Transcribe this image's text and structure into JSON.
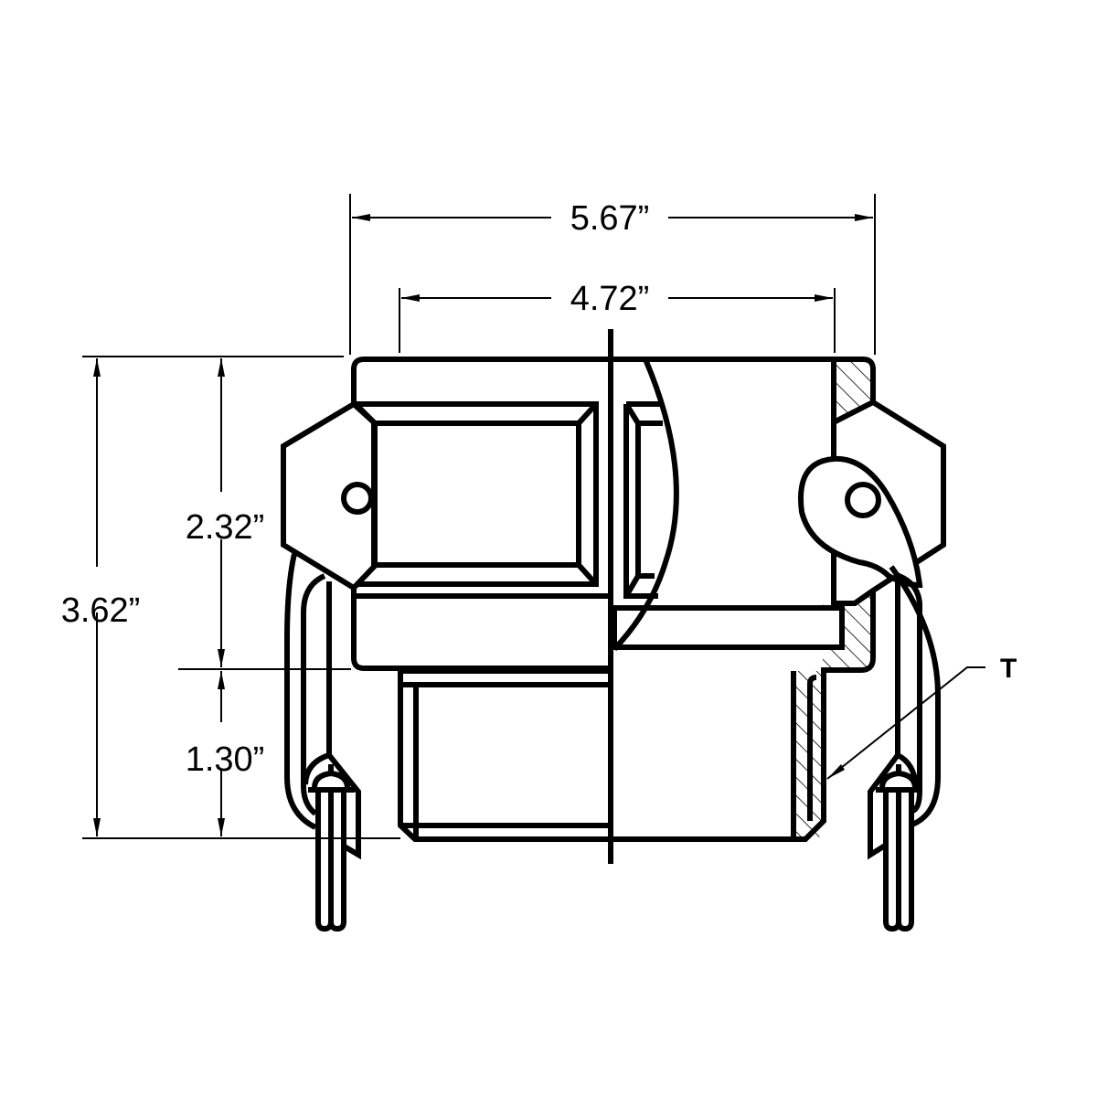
{
  "diagram": {
    "type": "technical-drawing",
    "subject": "cam-and-groove coupling, female coupler x male NPT thread (half section view)",
    "line_color": "#000000",
    "background": "#ffffff",
    "dimensions": {
      "overall_width": "5.67”",
      "body_width": "4.72”",
      "overall_height": "3.62”",
      "body_height": "2.32”",
      "thread_length": "1.30”"
    },
    "callouts": {
      "thread_label": "T"
    }
  }
}
